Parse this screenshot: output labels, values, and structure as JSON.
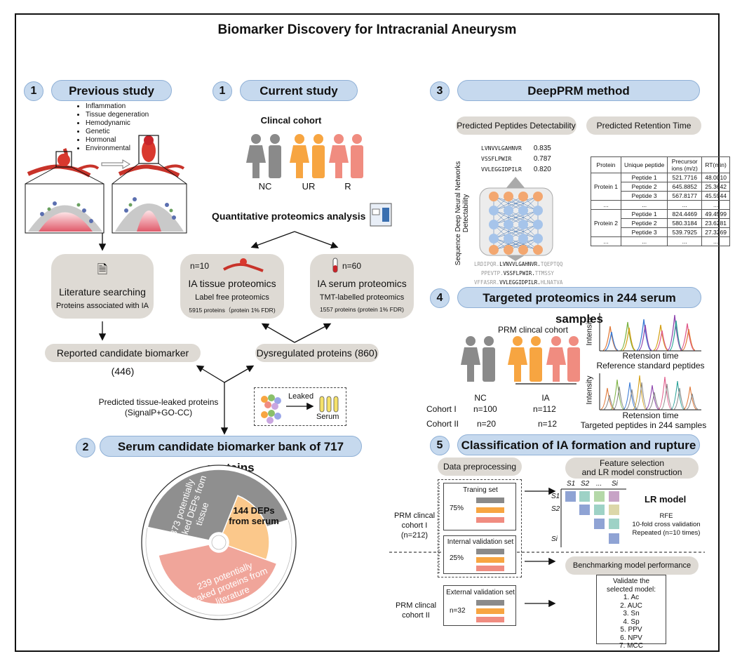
{
  "title": "Biomarker Discovery for Intracranial Aneurysm",
  "colors": {
    "pill": "#c6d9ee",
    "grey_box": "#dedad4",
    "nc": "#8a8a8a",
    "ur": "#f7a541",
    "r": "#f08c80",
    "serum_slice": "#fbc88b",
    "leaked_slice": "#f0a59a",
    "tissue_slice": "#8f8f8f"
  },
  "previous": {
    "num": "1",
    "label": "Previous study",
    "factors": [
      "Inflammation",
      "Tissue degeneration",
      "Hemodynamic",
      "Genetic",
      "Hormonal",
      "Environmental"
    ],
    "lit_title": "Literature searching",
    "lit_sub": "Proteins associated with IA",
    "reported": "Reported candidate biomarker (446)"
  },
  "current": {
    "num": "1",
    "label": "Current study",
    "cohort_title": "Clincal cohort",
    "groups": [
      "NC",
      "UR",
      "R"
    ],
    "quant": "Quantitative proteomics analysis",
    "tissue_n": "n=10",
    "tissue_title": "IA tissue proteomics",
    "tissue_sub": "Label free proteomics",
    "tissue_small": "5915 proteins（protein 1% FDR)",
    "serum_n": "n=60",
    "serum_title": "IA serum proteomics",
    "serum_sub": "TMT-labelled proteomics",
    "serum_small": "1557 proteins (protein 1% FDR)",
    "dysreg": "Dysregulated proteins (860)",
    "predicted_1": "Predicted tissue-leaked proteins",
    "predicted_2": "(SignalP+GO-CC)",
    "leaked": "Leaked",
    "serum": "Serum"
  },
  "bank": {
    "num": "2",
    "label": "Serum candidate biomarker bank of 717 proteins",
    "slices": [
      {
        "label": "373 potentially leaked DEPs from tissue",
        "value": 373
      },
      {
        "label": "144 DEPs from serum",
        "value": 144
      },
      {
        "label": "239 potentially leaked proteins from literature",
        "value": 239
      }
    ]
  },
  "deepprm": {
    "num": "3",
    "label": "DeepPRM method",
    "det_title": "Predicted Peptides Detectability",
    "rt_title": "Predicted Retention Time",
    "peptides": [
      {
        "seq": "LVNVVLGAHNVR",
        "score": "0.835"
      },
      {
        "seq": "VSSFLPWIR",
        "score": "0.787"
      },
      {
        "seq": "VVLEGGIDPILR",
        "score": "0.820"
      }
    ],
    "axis_label": "Sequence Deep Neural Networks Detectability",
    "seq_lines": [
      {
        "pre": "LRDIPQR.",
        "mid": "LVNVVLGAHNVR.",
        "post": "TQEPTQQ"
      },
      {
        "pre": "PPEVTP.",
        "mid": "VSSFLPWIR.",
        "post": "TTMSSY"
      },
      {
        "pre": "VFFASRR.",
        "mid": "VVLEGGIDPILR.",
        "post": "HLNATVA"
      }
    ],
    "table_headers": [
      "Protein",
      "Unique peptide",
      "Precursor ions (m/z)",
      "RT(min)"
    ],
    "table_rows": [
      {
        "protein": "Protein 1",
        "peptides": [
          [
            "Peptide 1",
            "521.7716",
            "48.0010"
          ],
          [
            "Peptide 2",
            "645.8852",
            "25.3642"
          ],
          [
            "Peptide 3",
            "567.8177",
            "45.5944"
          ]
        ]
      },
      {
        "protein": "Protein 2",
        "peptides": [
          [
            "Peptide 1",
            "824.4469",
            "49.4599"
          ],
          [
            "Peptide 2",
            "580.3184",
            "23.6281"
          ],
          [
            "Peptide 3",
            "539.7925",
            "27.3269"
          ]
        ]
      }
    ],
    "ellipsis": "..."
  },
  "targeted": {
    "num": "4",
    "label": "Targeted proteomics in 244 serum samples",
    "cohort_title": "PRM clincal cohort",
    "nc": "NC",
    "ia": "IA",
    "rows": [
      {
        "name": "Cohort I",
        "nc": "n=100",
        "ia": "n=112"
      },
      {
        "name": "Cohort II",
        "nc": "n=20",
        "ia": "n=12"
      }
    ],
    "intensity": "Intensity",
    "rt": "Retension time",
    "ref": "Reference standard peptides",
    "targeted": "Targeted peptides in 244 samples"
  },
  "classification": {
    "num": "5",
    "label": "Classification of IA formation and rupture",
    "preproc": "Data preprocessing",
    "feature_1": "Feature selection",
    "feature_2": "and LR model construction",
    "cohort1_1": "PRM clincal",
    "cohort1_2": "cohort I",
    "cohort1_3": "(n=212)",
    "training": "Traning set",
    "pct75": "75%",
    "internal": "Internal validation set",
    "pct25": "25%",
    "cohort2_1": "PRM clincal",
    "cohort2_2": "cohort II",
    "external": "External validation set",
    "n32": "n=32",
    "matrix_cols": [
      "S1",
      "S2",
      "...",
      "Si"
    ],
    "matrix_rows": [
      "S1",
      "S2",
      "Si"
    ],
    "lr_model": "LR model",
    "lr_lines": [
      "RFE",
      "10-fold cross validation",
      "Repeated (n=10 times)"
    ],
    "benchmark": "Benchmarking model performance",
    "validate_title": [
      "Validate the",
      "selected model:"
    ],
    "metrics": [
      "1. Ac",
      "2. AUC",
      "3. Sn",
      "4. Sp",
      "5. PPV",
      "6. NPV",
      "7. MCC"
    ]
  }
}
